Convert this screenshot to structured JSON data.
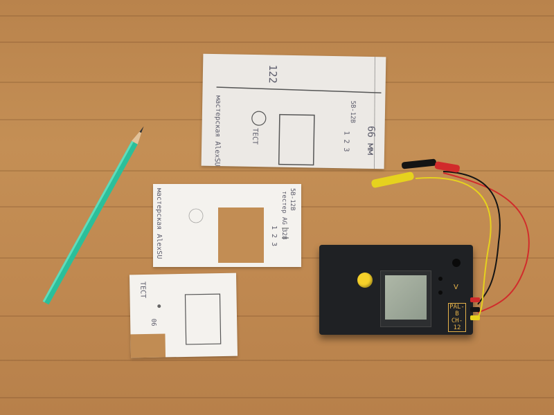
{
  "scene": {
    "colors": {
      "table_wood": "#c48f55",
      "paper": "#f4f2ee",
      "pencil_body": "#2bbf9a",
      "device_body": "#1f2124",
      "lcd": "#9ba793",
      "button_yellow": "#f6d12a",
      "wire_red": "#d12b2b",
      "wire_yellow": "#e6d21e",
      "wire_black": "#141414"
    },
    "icons": {
      "pencil": "pencil-icon",
      "device": "tester-device-icon",
      "clip": "alligator-clip-icon"
    }
  },
  "paper_top": {
    "height_note": "122",
    "width_note": "66 мм",
    "brand": "мастерская AlexSU",
    "button_label": "ТЕСТ",
    "volt_range": "5В-12В",
    "channels": "1 2 3"
  },
  "paper_middle": {
    "brand": "мастерская AlexSU",
    "volt_range": "5В-12В",
    "tester_line": "тестер AG 328",
    "channels": "1 2 3"
  },
  "paper_bottom": {
    "button_label": "ТЕСТ",
    "number": "06"
  },
  "device": {
    "label_line1": "PAL-B",
    "label_line2": "CH-12",
    "v_mark": "V"
  }
}
